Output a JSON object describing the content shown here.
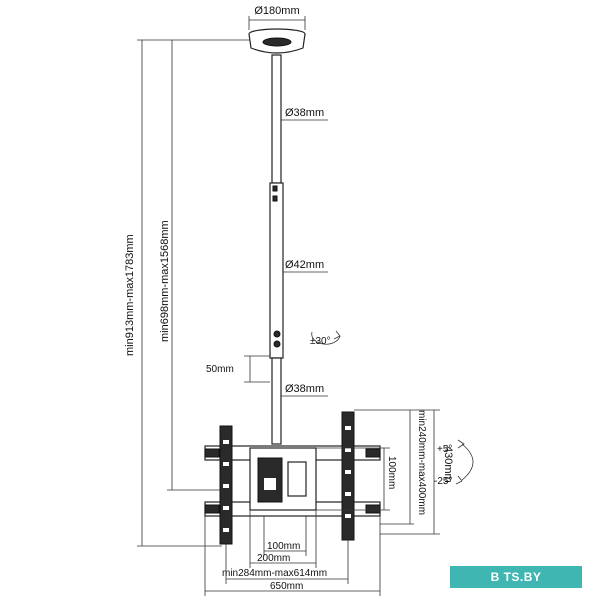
{
  "dimensions": {
    "base_diameter": "Ø180mm",
    "upper_pole_diameter": "Ø38mm",
    "middle_pole_diameter": "Ø42mm",
    "lower_pole_diameter": "Ø38mm",
    "rotation": "±30°",
    "adjustment_step": "50mm",
    "total_height_range": "min913mm-max1783mm",
    "pole_height_range": "min698mm-max1568mm",
    "bracket_height": "430mm",
    "vertical_spacing_range": "min240mm-max400mm",
    "plate_height": "100mm",
    "plate_width_small": "100mm",
    "plate_width_large": "200mm",
    "horizontal_spacing_range": "min284mm-max614mm",
    "bracket_width": "650mm",
    "tilt_up": "+5°",
    "tilt_down": "-25°"
  },
  "watermark": "B TS.BY",
  "colors": {
    "line": "#222222",
    "watermark_bg": "#3fb6b2"
  }
}
